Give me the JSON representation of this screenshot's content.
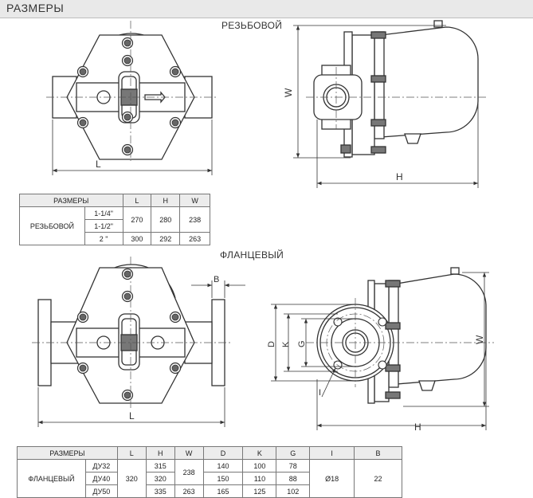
{
  "header": {
    "title": "РАЗМЕРЫ"
  },
  "threaded": {
    "title": "РЕЗЬБОВОЙ",
    "dims": {
      "L": "L",
      "W": "W",
      "H": "H"
    },
    "table": {
      "headers": [
        "РАЗМЕРЫ",
        "L",
        "H",
        "W"
      ],
      "group_label": "РЕЗЬБОВОЙ",
      "rows": [
        {
          "size": "1-1/4\"",
          "L": "270",
          "H": "280",
          "W": "238"
        },
        {
          "size": "1-1/2\""
        },
        {
          "size": "2 \"",
          "L": "300",
          "H": "292",
          "W": "263"
        }
      ]
    }
  },
  "flanged": {
    "title": "ФЛАНЦЕВЫЙ",
    "dims": {
      "L": "L",
      "B": "B",
      "D": "D",
      "K": "K",
      "G": "G",
      "I": "I",
      "W": "W",
      "H": "H"
    },
    "table": {
      "headers": [
        "РАЗМЕРЫ",
        "L",
        "H",
        "W",
        "D",
        "K",
        "G",
        "I",
        "B"
      ],
      "group_label": "ФЛАНЦЕВЫЙ",
      "L_all": "320",
      "I_all": "Ø18",
      "B_all": "22",
      "W_shared": "238",
      "rows": [
        {
          "size": "ДУ32",
          "H": "315",
          "D": "140",
          "K": "100",
          "G": "78"
        },
        {
          "size": "ДУ40",
          "H": "320",
          "D": "150",
          "K": "110",
          "G": "88"
        },
        {
          "size": "ДУ50",
          "H": "335",
          "W": "263",
          "D": "165",
          "K": "125",
          "G": "102"
        }
      ]
    }
  }
}
